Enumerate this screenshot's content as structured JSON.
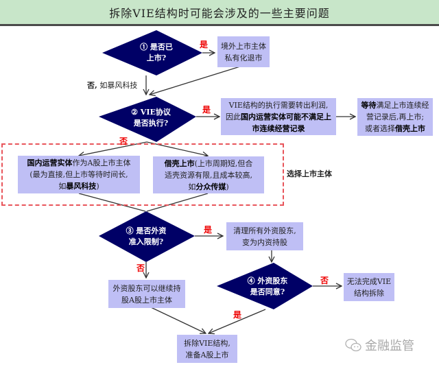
{
  "header": {
    "title": "拆除VIE结构时可能会涉及的一些主要问题"
  },
  "decisions": {
    "q1": {
      "line1": "① 是否已",
      "line2": "上市?"
    },
    "q2": {
      "line1": "② VIE协议",
      "line2": "是否执行?"
    },
    "q3": {
      "line1": "③ 是否外资",
      "line2": "准入限制?"
    },
    "q4": {
      "line1": "④ 外资股东",
      "line2": "是否同意?"
    }
  },
  "boxes": {
    "privatize": {
      "line1": "境外上市主体",
      "line2": "私有化退市"
    },
    "vie_exec": {
      "line1": "VIE结构的执行需要转出利润,",
      "line2_pre": "因此",
      "line2_bold": "国内运营实体可能不满足上",
      "line3_bold": "市连续经营记录"
    },
    "wait": {
      "line1_bold": "等待",
      "line1": "满足上市连续经",
      "line2": "营记录后,再上市;",
      "line3_pre": "或者选择",
      "line3_bold": "借壳上市"
    },
    "domestic": {
      "line1_bold": "国内运营实体",
      "line1": "作为A股上市主体",
      "line2": "(最为直接,但上市等待时间长,",
      "line3_pre": "如",
      "line3_bold": "暴风科技",
      "line3_post": ")"
    },
    "backdoor": {
      "line1_bold": "借壳上市",
      "line1": "(上市周期短,但合",
      "line2": "适壳资源有限,且成本较高,",
      "line3_pre": "如",
      "line3_bold": "分众传媒",
      "line3_post": ")"
    },
    "clear_foreign": {
      "line1": "清理所有外资股东,",
      "line2": "变为内资持股"
    },
    "keep_foreign": {
      "line1": "外资股东可以继续持",
      "line2": "股A股上市主体"
    },
    "cannot": {
      "line1": "无法完成VIE",
      "line2": "结构拆除"
    },
    "final": {
      "line1": "拆除VIE结构,",
      "line2": "准备A股上市"
    }
  },
  "labels": {
    "yes": "是",
    "no": "否",
    "no_example_bold": "否,",
    "no_example": "如暴风科技",
    "select_subject": "选择上市主体"
  },
  "watermark": {
    "text": "金融监管",
    "icon": "wechat-icon"
  },
  "colors": {
    "header_bg": "#c8e6c9",
    "diamond": "#000066",
    "box": "#bfbff5",
    "label_red": "#e00000",
    "dashed": "#e8545a"
  }
}
